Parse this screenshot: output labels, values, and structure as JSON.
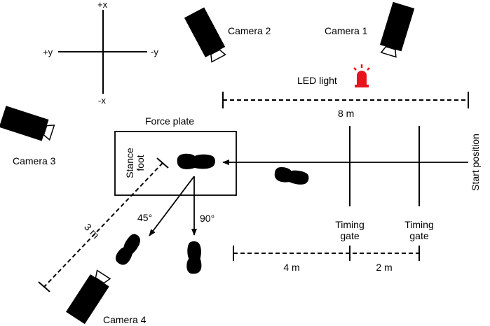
{
  "axes": {
    "plus_x": "+x",
    "minus_x": "-x",
    "plus_y": "+y",
    "minus_y": "-y"
  },
  "cameras": {
    "cam1": "Camera 1",
    "cam2": "Camera 2",
    "cam3": "Camera 3",
    "cam4": "Camera 4"
  },
  "led": {
    "label": "LED light",
    "color": "#e8141b"
  },
  "force_plate": {
    "label": "Force plate",
    "stance_line1": "Stance",
    "stance_line2": "foot"
  },
  "start": {
    "label": "Start position"
  },
  "gates": {
    "line1": "Timing",
    "line2": "gate"
  },
  "distances": {
    "total": "8 m",
    "gate_to_plate": "4 m",
    "gate_to_gate": "2 m",
    "cut_length": "3 m"
  },
  "angles": {
    "diagonal": "45°",
    "perpendicular": "90°"
  },
  "colors": {
    "ink": "#000000",
    "background": "#ffffff"
  }
}
